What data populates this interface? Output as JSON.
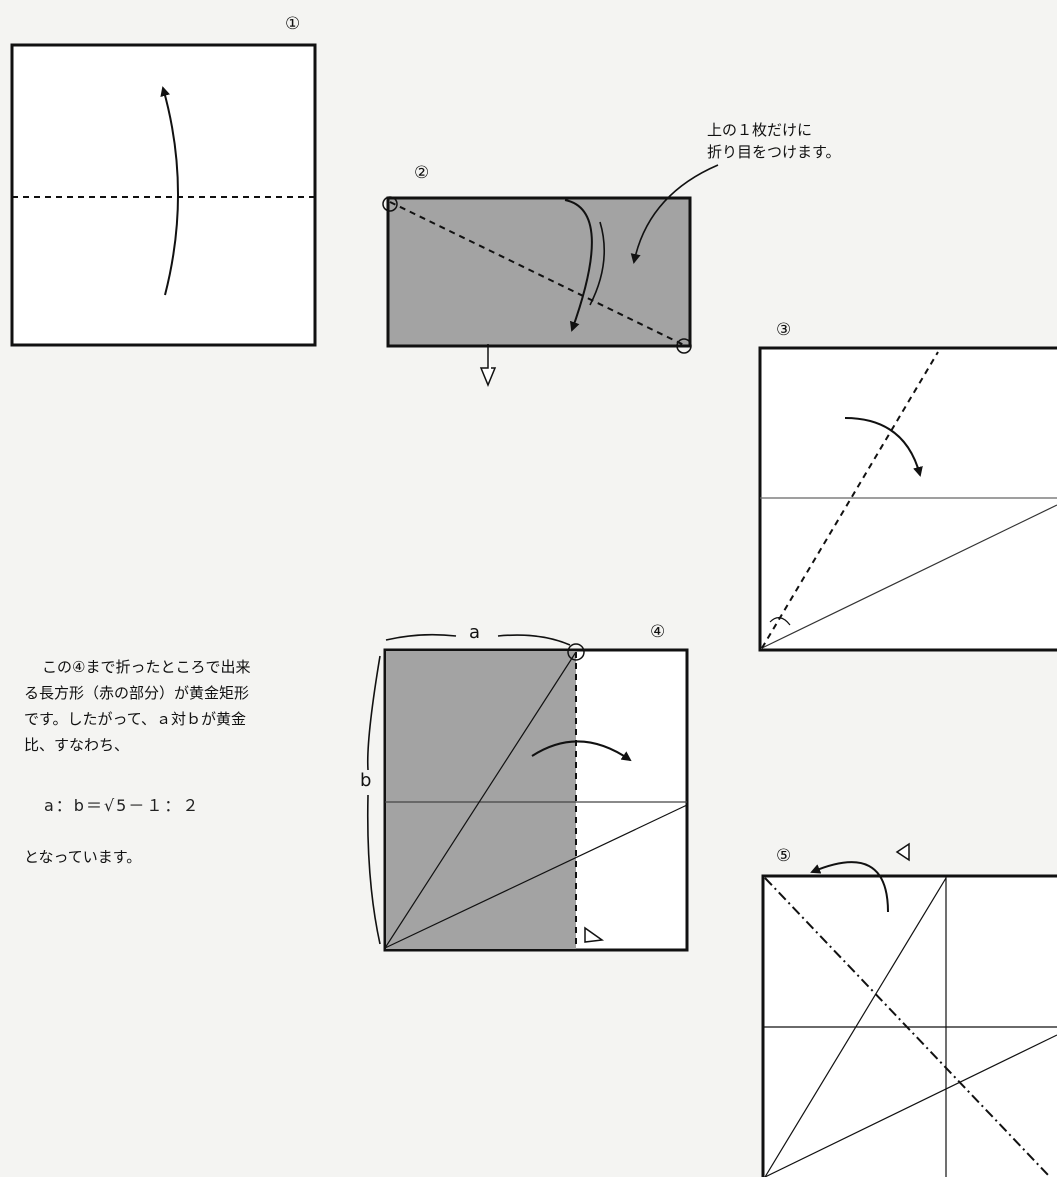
{
  "steps": [
    "①",
    "②",
    "③",
    "④",
    "⑤"
  ],
  "step2_note": [
    "上の１枚だけに",
    "折り目をつけます。"
  ],
  "explanation": [
    "この④まで折ったところで出来",
    "る長方形（赤の部分）が黄金矩形",
    "です。したがって、ａ対ｂが黄金",
    "比、すなわち、"
  ],
  "formula": "a：b＝√5－１：２",
  "conclusion": "となっています。",
  "dim_a": "a",
  "dim_b": "b",
  "colors": {
    "paper": "#ffffff",
    "shaded": "#a3a3a3",
    "line": "#111111",
    "background": "#f4f4f2"
  }
}
